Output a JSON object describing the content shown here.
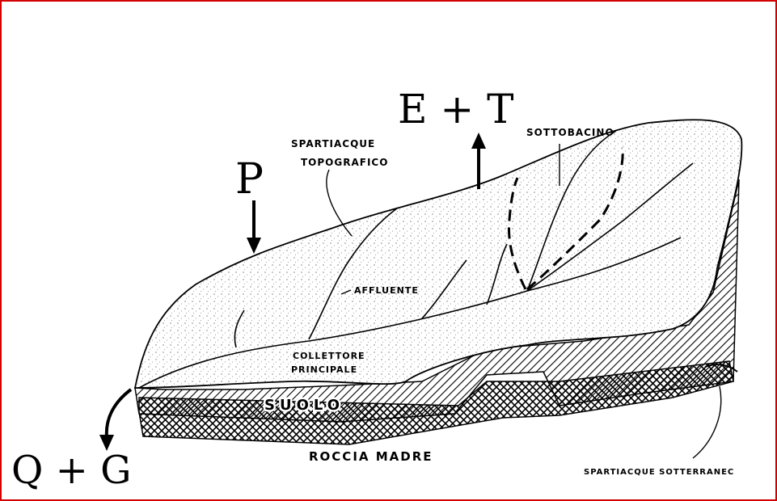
{
  "labels": {
    "et": "E + T",
    "p": "P",
    "qg": "Q + G",
    "spartiacque_topo_line1": "SPARTIACQUE",
    "spartiacque_topo_line2": "TOPOGRAFICO",
    "sottobacino": "SOTTOBACINO",
    "affluente": "AFFLUENTE",
    "collettore_line1": "COLLETTORE",
    "collettore_line2": "PRINCIPALE",
    "suolo": "SUOLO",
    "roccia": "ROCCIA MADRE",
    "spartiacque_sott": "SPARTIACQUE SOTTERRANEC"
  },
  "colors": {
    "border": "#d20000",
    "ink": "#000000",
    "background": "#ffffff"
  }
}
